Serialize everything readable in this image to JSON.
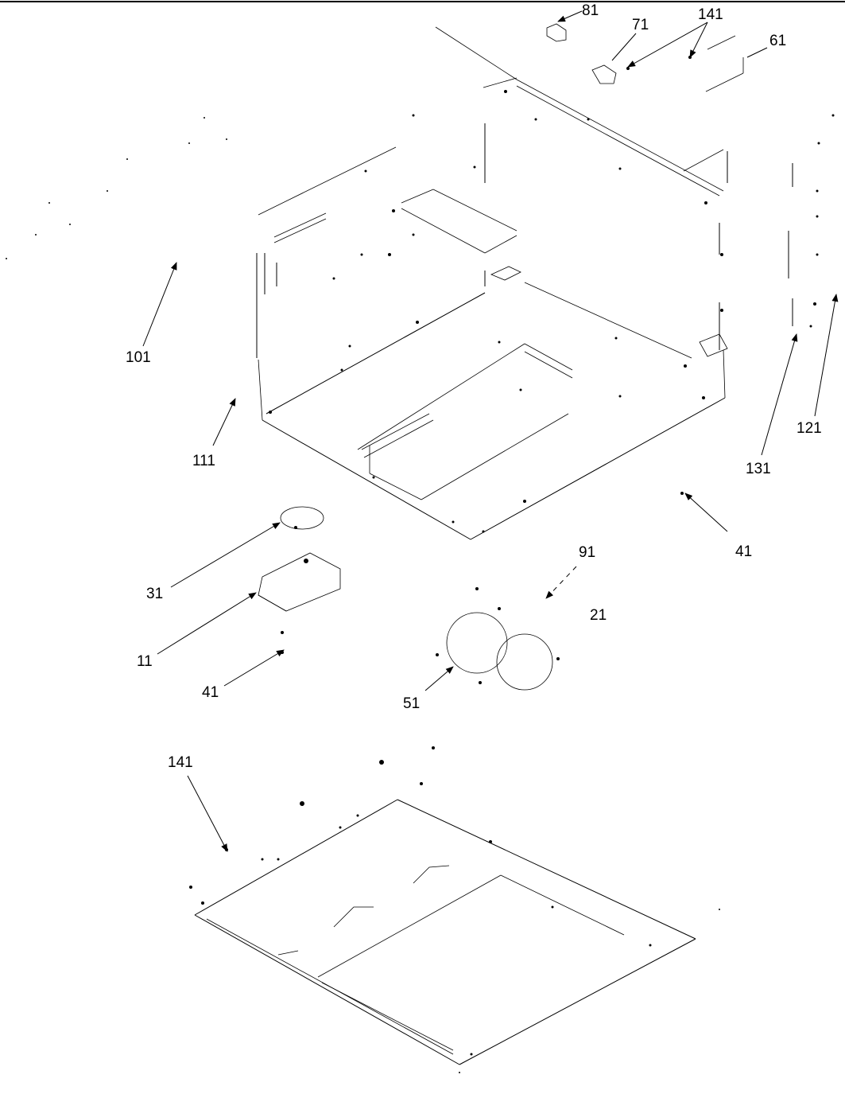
{
  "diagram": {
    "callouts": {
      "c81": "81",
      "c71": "71",
      "c141_top": "141",
      "c61": "61",
      "c101": "101",
      "c111": "111",
      "c121": "121",
      "c131": "131",
      "c41_right": "41",
      "c91": "91",
      "c21": "21",
      "c31": "31",
      "c11": "11",
      "c41_left": "41",
      "c51": "51",
      "c141_bottom": "141"
    }
  }
}
